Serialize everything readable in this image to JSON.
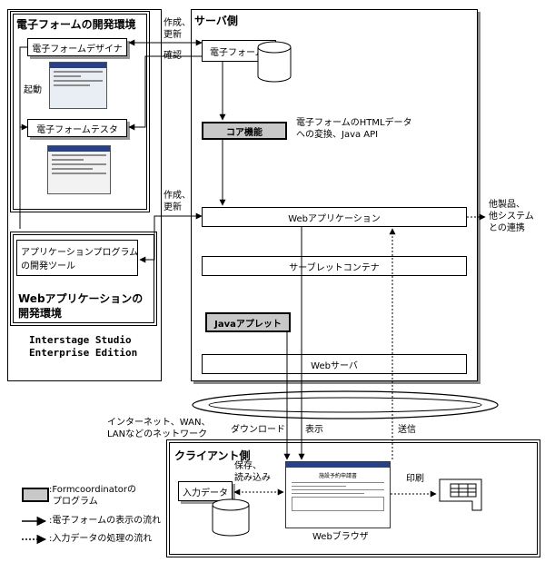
{
  "dev_env": {
    "eform_env_title": "電子フォームの開発環境",
    "designer_label": "電子フォームデザイナ",
    "tester_label": "電子フォームテスタ",
    "launch_label": "起動",
    "app_tools_label_line1": "アプリケーションプログラム",
    "app_tools_label_line2": "の開発ツール",
    "web_env_title_line1": "Webアプリケーションの",
    "web_env_title_line2": "開発環境",
    "product_line1": "Interstage Studio",
    "product_line2": "Enterprise Edition"
  },
  "server": {
    "title": "サーバ側",
    "eform_label": "電子フォーム",
    "core_label": "コア機能",
    "core_desc_line1": "電子フォームのHTMLデータ",
    "core_desc_line2": "への変換、Java API",
    "webapp_label": "Webアプリケーション",
    "servlet_label": "サーブレットコンテナ",
    "applet_label": "Javaアプレット",
    "webserver_label": "Webサーバ",
    "create_update_1_line1": "作成、",
    "create_update_1_line2": "更新",
    "confirm_label": "確認",
    "create_update_2_line1": "作成、",
    "create_update_2_line2": "更新",
    "other_line1": "他製品、",
    "other_line2": "他システム",
    "other_line3": "との連携"
  },
  "network": {
    "label_line1": "インターネット、WAN、",
    "label_line2": "LANなどのネットワーク",
    "download_label": "ダウンロード",
    "display_label": "表示",
    "send_label": "送信"
  },
  "client": {
    "title": "クライアント側",
    "input_data_label": "入力データ",
    "save_label_line1": "保存、",
    "save_label_line2": "読み込み",
    "print_label": "印刷",
    "browser_label": "Webブラウザ",
    "form_title": "施設予約申請書"
  },
  "legend": {
    "program_line1": ":Formcoordinatorの",
    "program_line2": "プログラム",
    "solid_flow": ":電子フォームの表示の流れ",
    "dotted_flow": ":入力データの処理の流れ"
  }
}
